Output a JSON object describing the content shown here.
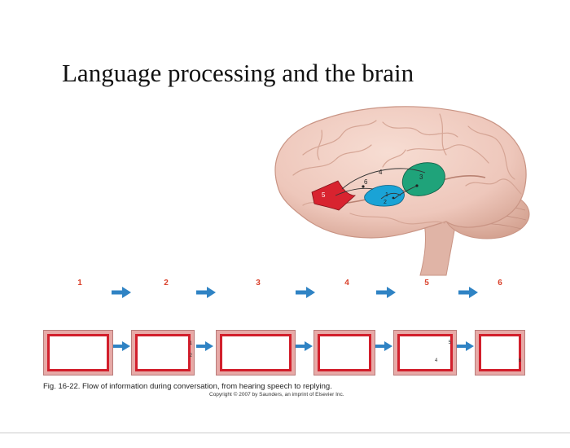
{
  "title": "Language processing and the brain",
  "colors": {
    "brain": "#eec7bb",
    "area_red": "#d8232f",
    "area_blue": "#1aa3d6",
    "area_green": "#1fa37a",
    "step_number": "#d9402a",
    "arrow": "#2f83c4",
    "box_frame": "#e7aaa7",
    "box_border": "#d21f2c"
  },
  "brain_labels": [
    "1",
    "2",
    "3",
    "4",
    "5",
    "6"
  ],
  "steps": [
    "1",
    "2",
    "3",
    "4",
    "5",
    "6"
  ],
  "box_marks": [
    {
      "box": 2,
      "marks": [
        "1",
        "2"
      ]
    },
    {
      "box": 5,
      "marks": [
        "5",
        "4"
      ]
    },
    {
      "box": 6,
      "marks": [
        "6"
      ]
    }
  ],
  "caption": "Fig. 16-22. Flow of information during conversation, from hearing speech to replying.",
  "copyright": "Copyright © 2007 by Saunders, an imprint of Elsevier Inc."
}
